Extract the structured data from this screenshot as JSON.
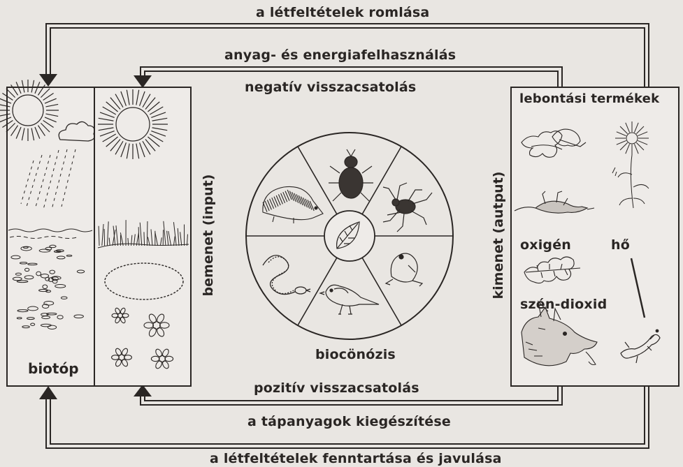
{
  "labels": {
    "top_outer": "a létfeltételek romlása",
    "top_inner": "anyag- és energiafelhasználás",
    "negative_feedback": "negatív visszacsatolás",
    "breakdown_products": "lebontási termékek",
    "input": "bemenet (input)",
    "output": "kimenet (autput)",
    "oxygen": "oxigén",
    "heat": "hő",
    "carbon_dioxide": "szén-dioxid",
    "biotope": "biotóp",
    "biocenosis": "biocönózis",
    "positive_feedback": "pozitív visszacsatolás",
    "nutrient_supply": "a tápanyagok kiegészítése",
    "bottom_outer": "a létfeltételek fenntartása és javulása"
  },
  "colors": {
    "ink": "#2a2624",
    "background": "#e9e6e2",
    "panel": "#eeebe8"
  },
  "icons": {
    "biotope": [
      "sun-icon",
      "rain-cloud-icon",
      "water-icon",
      "grass-icon",
      "flower-icon"
    ],
    "biocenosis": [
      "beetle-icon",
      "spider-icon",
      "frog-icon",
      "bird-icon",
      "snake-icon",
      "hedgehog-icon",
      "leaf-icon"
    ],
    "output": [
      "dry-leaf-icon",
      "daisy-icon",
      "dead-mouse-icon",
      "oak-leaf-icon",
      "wolf-icon",
      "lizard-icon"
    ]
  }
}
